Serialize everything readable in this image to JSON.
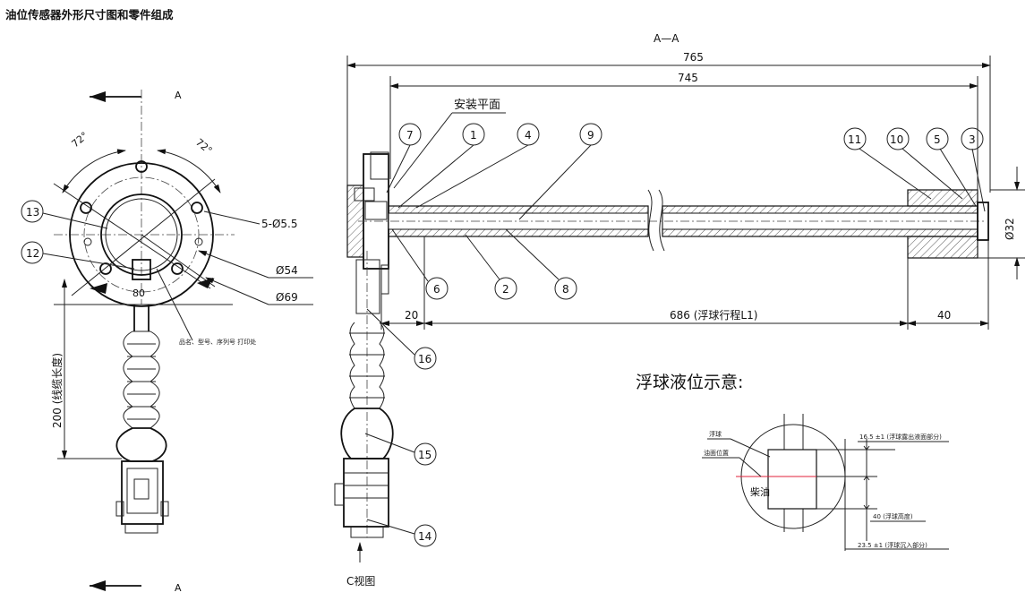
{
  "title": "油位传感器外形尺寸图和零件组成",
  "front_view": {
    "section_label_top": "A",
    "section_label_bottom": "A",
    "angle_left": "72°",
    "angle_right": "72°",
    "dim_holes": "5-Ø5.5",
    "dim_54": "Ø54",
    "dim_69": "Ø69",
    "dim_80": "80",
    "dim_cable": "200 (线缆长度)",
    "print_note": "品名、型号、序列号 打印处",
    "callouts": [
      "13",
      "12"
    ]
  },
  "section_view": {
    "label": "A—A",
    "dim_765": "765",
    "dim_745": "745",
    "mount_plane": "安装平面",
    "dim_20": "20",
    "dim_686": "686 (浮球行程L1)",
    "dim_40": "40",
    "dim_d32": "Ø32",
    "view_c": "C视图",
    "callouts_top": [
      "7",
      "1",
      "4",
      "9",
      "11",
      "10",
      "5",
      "3"
    ],
    "callouts_bottom": [
      "6",
      "2",
      "8",
      "16",
      "15",
      "14"
    ]
  },
  "float_diagram": {
    "heading": "浮球液位示意:",
    "label_float": "浮球",
    "label_oil_level": "油面位置",
    "label_diesel": "柴油",
    "dim_top": "16.5 ±1 (浮球露出液面部分)",
    "dim_mid": "40 (浮球高度)",
    "dim_bot": "23.5 ±1 (浮球沉入部分)"
  },
  "colors": {
    "oil_line": "#e0203a",
    "line": "#111111"
  }
}
